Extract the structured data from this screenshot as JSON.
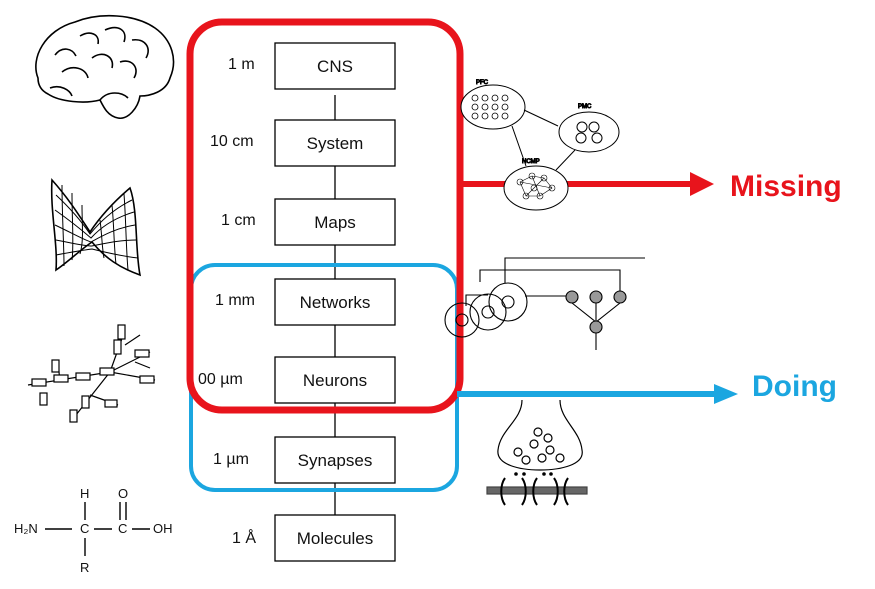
{
  "levels": [
    {
      "scale": "1 m",
      "label": "CNS"
    },
    {
      "scale": "10 cm",
      "label": "System"
    },
    {
      "scale": "1 cm",
      "label": "Maps"
    },
    {
      "scale": "1 mm",
      "label": "Networks"
    },
    {
      "scale": "00 µm",
      "label": "Neurons"
    },
    {
      "scale": "1 µm",
      "label": "Synapses"
    },
    {
      "scale": "1 Å",
      "label": "Molecules"
    }
  ],
  "callouts": {
    "missing": "Missing",
    "doing": "Doing"
  },
  "colors": {
    "missing": "#e8141c",
    "doing": "#1ba6e0"
  },
  "system_diagram": {
    "pfc": "PFC",
    "pmc": "PMC",
    "hcmp": "HCMP"
  },
  "molecule": {
    "h_top": "H",
    "o_top": "O",
    "h2n": "H₂N",
    "c1": "C",
    "c2": "C",
    "oh": "OH",
    "r": "R"
  },
  "icons": [
    "brain-icon",
    "map-surface-icon",
    "neuron-tree-icon",
    "network-icon",
    "synapse-icon"
  ]
}
